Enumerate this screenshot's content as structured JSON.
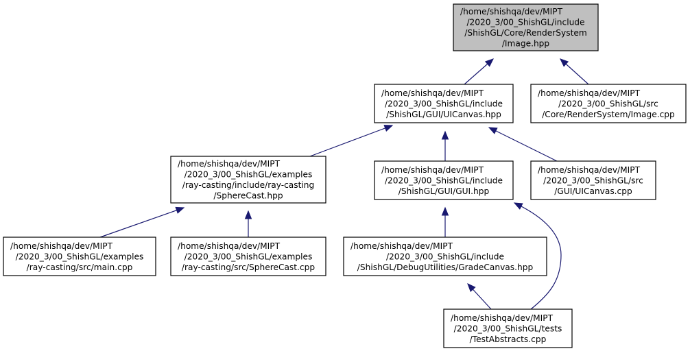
{
  "graph": {
    "nodes": [
      {
        "id": "image_hpp",
        "root": true,
        "lines": [
          "/home/shishqa/dev/MIPT",
          "/2020_3/00_ShishGL/include",
          "/ShishGL/Core/RenderSystem",
          "/Image.hpp"
        ]
      },
      {
        "id": "uicanvas_hpp",
        "lines": [
          "/home/shishqa/dev/MIPT",
          "/2020_3/00_ShishGL/include",
          "/ShishGL/GUI/UICanvas.hpp"
        ]
      },
      {
        "id": "image_cpp",
        "lines": [
          "/home/shishqa/dev/MIPT",
          "/2020_3/00_ShishGL/src",
          "/Core/RenderSystem/Image.cpp"
        ]
      },
      {
        "id": "spherecast_hpp",
        "lines": [
          "/home/shishqa/dev/MIPT",
          "/2020_3/00_ShishGL/examples",
          "/ray-casting/include/ray-casting",
          "/SphereCast.hpp"
        ]
      },
      {
        "id": "gui_hpp",
        "lines": [
          "/home/shishqa/dev/MIPT",
          "/2020_3/00_ShishGL/include",
          "/ShishGL/GUI/GUI.hpp"
        ]
      },
      {
        "id": "uicanvas_cpp",
        "lines": [
          "/home/shishqa/dev/MIPT",
          "/2020_3/00_ShishGL/src",
          "/GUI/UICanvas.cpp"
        ]
      },
      {
        "id": "main_cpp",
        "lines": [
          "/home/shishqa/dev/MIPT",
          "/2020_3/00_ShishGL/examples",
          "/ray-casting/src/main.cpp"
        ]
      },
      {
        "id": "spherecast_cpp",
        "lines": [
          "/home/shishqa/dev/MIPT",
          "/2020_3/00_ShishGL/examples",
          "/ray-casting/src/SphereCast.cpp"
        ]
      },
      {
        "id": "gradecanvas_hpp",
        "lines": [
          "/home/shishqa/dev/MIPT",
          "/2020_3/00_ShishGL/include",
          "/ShishGL/DebugUtilities/GradeCanvas.hpp"
        ]
      },
      {
        "id": "testabstracts_cpp",
        "lines": [
          "/home/shishqa/dev/MIPT",
          "/2020_3/00_ShishGL/tests",
          "/TestAbstracts.cpp"
        ]
      }
    ],
    "edges": [
      {
        "from": "uicanvas_hpp",
        "to": "image_hpp"
      },
      {
        "from": "image_cpp",
        "to": "image_hpp"
      },
      {
        "from": "spherecast_hpp",
        "to": "uicanvas_hpp"
      },
      {
        "from": "gui_hpp",
        "to": "uicanvas_hpp"
      },
      {
        "from": "uicanvas_cpp",
        "to": "uicanvas_hpp"
      },
      {
        "from": "main_cpp",
        "to": "spherecast_hpp"
      },
      {
        "from": "spherecast_cpp",
        "to": "spherecast_hpp"
      },
      {
        "from": "gradecanvas_hpp",
        "to": "gui_hpp"
      },
      {
        "from": "testabstracts_cpp",
        "to": "gui_hpp"
      },
      {
        "from": "testabstracts_cpp",
        "to": "gradecanvas_hpp"
      }
    ],
    "colors": {
      "edge": "#191970",
      "root_fill": "#bfbfbf",
      "node_fill": "#ffffff",
      "border": "#000000"
    }
  }
}
